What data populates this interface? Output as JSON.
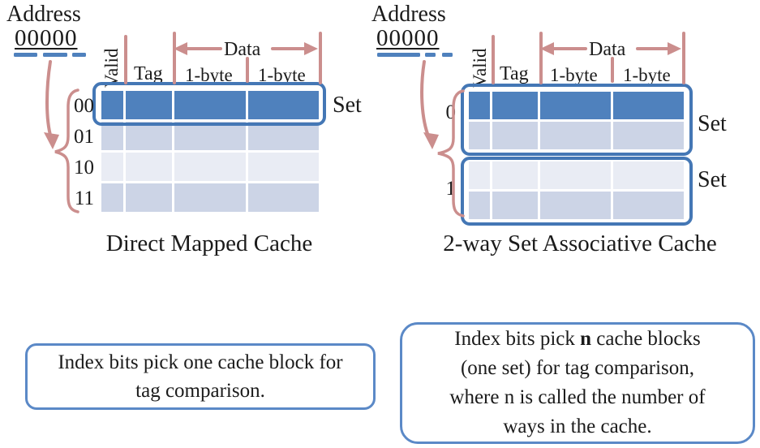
{
  "colors": {
    "row_highlight": "#4f81bd",
    "row_medium": "#ccd4e6",
    "row_light": "#e9ecf4",
    "outline_blue": "#4477b5",
    "note_border_blue": "#5b89c7",
    "accent_pink": "#cb8e8d",
    "address_dash_blue": "#4f81bd"
  },
  "left": {
    "address_label": "Address",
    "address_value": "00000",
    "header": {
      "valid": "Valid",
      "tag": "Tag",
      "byte1": "1-byte",
      "byte2": "1-byte",
      "data": "Data"
    },
    "row_labels": [
      "00",
      "01",
      "10",
      "11"
    ],
    "set_label": "Set",
    "caption": "Direct Mapped Cache",
    "note": {
      "line1": "Index bits pick one cache block for",
      "line2": "tag comparison."
    }
  },
  "right": {
    "address_label": "Address",
    "address_value": "00000",
    "header": {
      "valid": "Valid",
      "tag": "Tag",
      "byte1": "1-byte",
      "byte2": "1-byte",
      "data": "Data"
    },
    "row_labels": [
      "0",
      "1"
    ],
    "set_labels": [
      "Set",
      "Set"
    ],
    "caption": "2-way Set Associative Cache",
    "note": {
      "line1_prefix": "Index bits pick ",
      "line1_bold": "n",
      "line1_suffix": " cache blocks",
      "line2": "(one set) for tag comparison,",
      "line3": "where n is called the number of",
      "line4": "ways in the cache."
    }
  }
}
